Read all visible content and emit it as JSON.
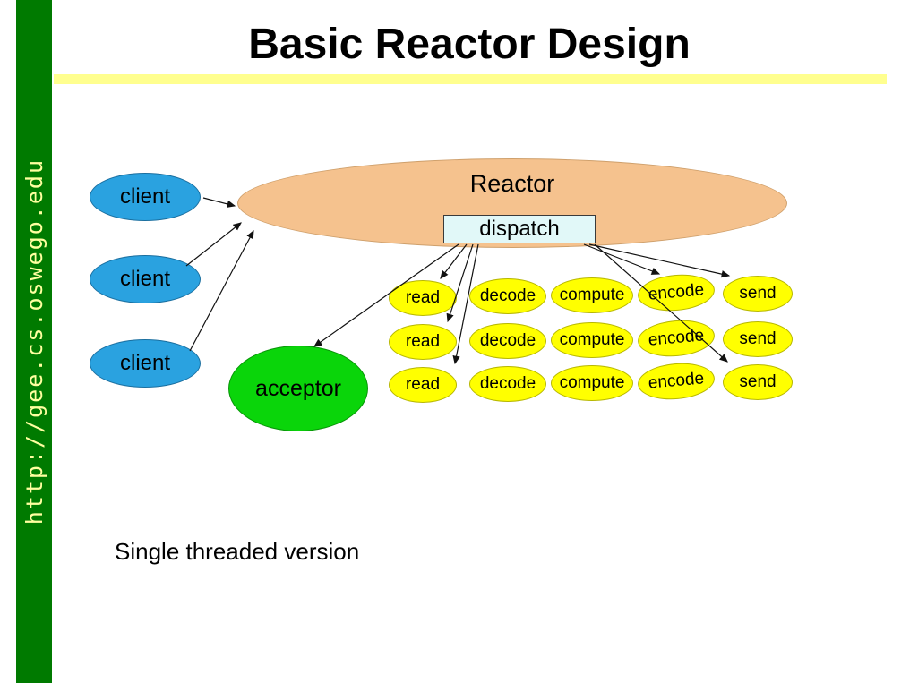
{
  "title": "Basic Reactor Design",
  "sidebar": {
    "url": "http://gee.cs.oswego.edu"
  },
  "caption": "Single threaded version",
  "diagram": {
    "reactor": "Reactor",
    "dispatch": "dispatch",
    "acceptor": "acceptor",
    "clients": [
      "client",
      "client",
      "client"
    ],
    "handlers": [
      [
        "read",
        "decode",
        "compute",
        "encode",
        "send"
      ],
      [
        "read",
        "decode",
        "compute",
        "encode",
        "send"
      ],
      [
        "read",
        "decode",
        "compute",
        "encode",
        "send"
      ]
    ]
  },
  "colors": {
    "sidebar_bg": "#007a00",
    "sidebar_text": "#ffffa0",
    "title_underline": "#ffff8f",
    "reactor_fill": "#f5c28e",
    "dispatch_fill": "#e1f8f8",
    "client_fill": "#2aa2e0",
    "acceptor_fill": "#0ad50a",
    "handler_fill": "#ffff00",
    "arrow": "#111111"
  }
}
